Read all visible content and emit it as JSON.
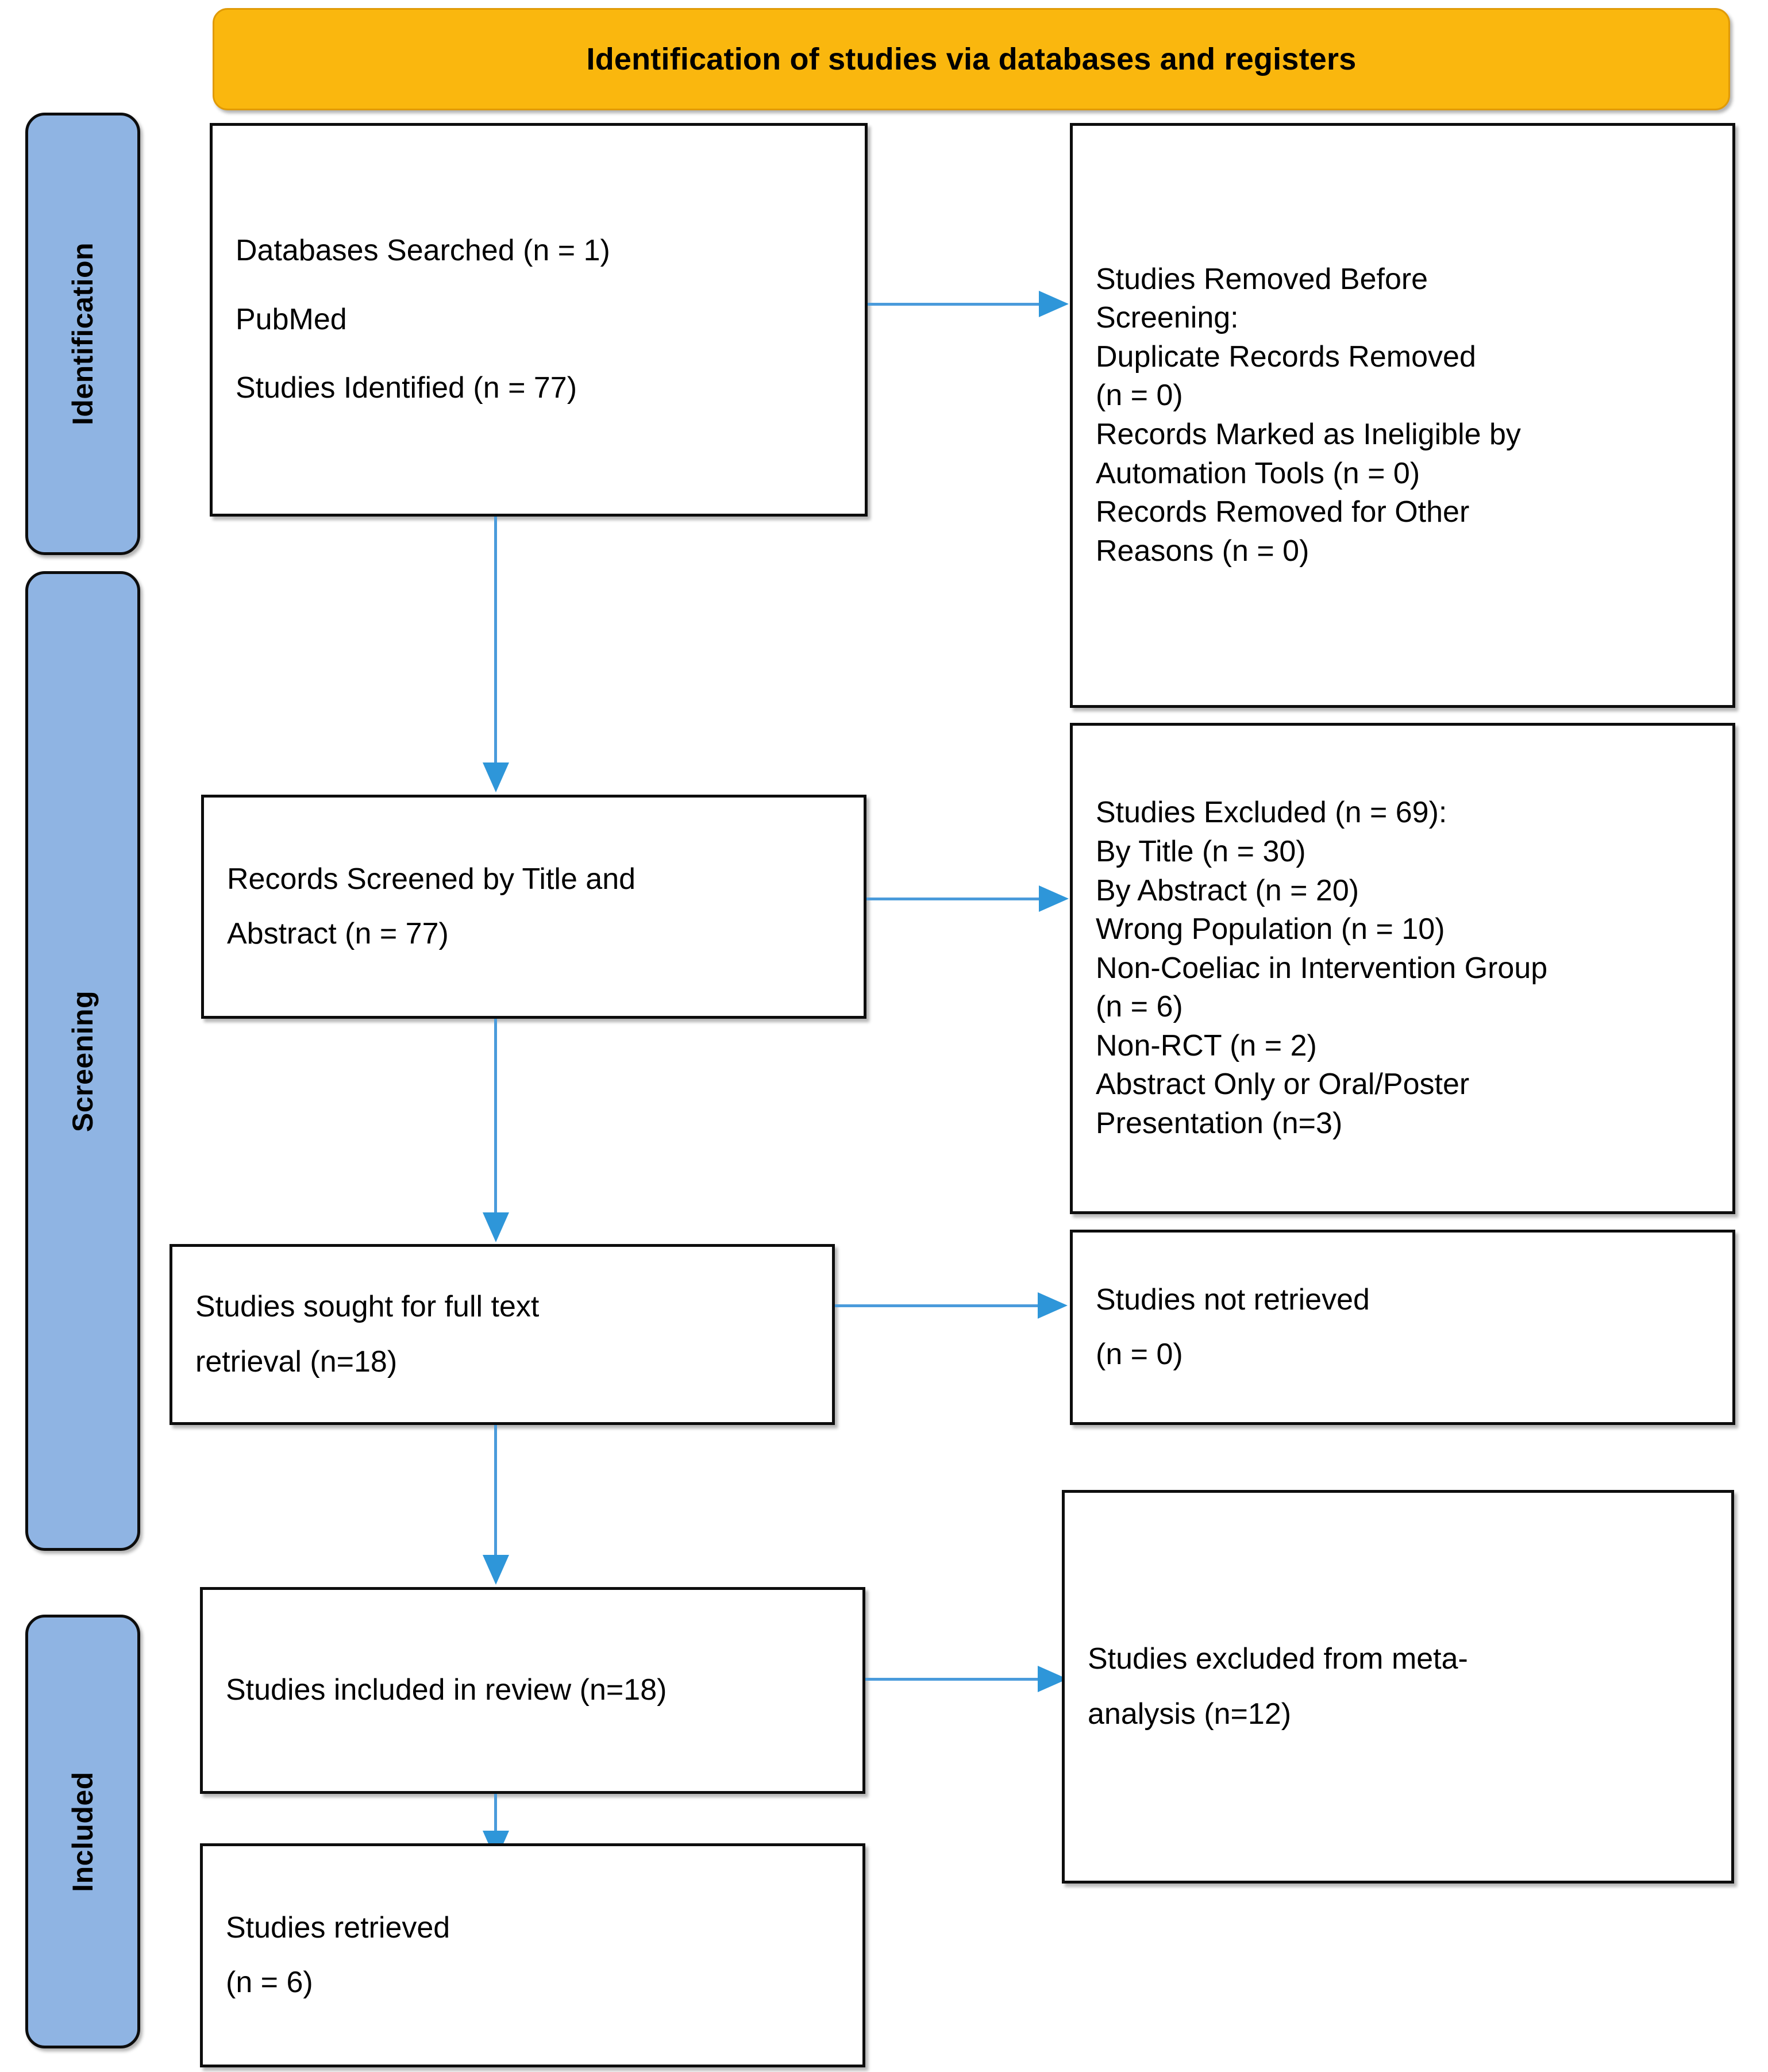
{
  "diagram": {
    "type": "prisma-flow-diagram",
    "banner": {
      "title": "Identification of studies via databases and registers",
      "color": "#FAB70E"
    },
    "stage_labels": [
      {
        "id": "identification",
        "label": "Identification",
        "color": "#8FB4E3"
      },
      {
        "id": "screening",
        "label": "Screening",
        "color": "#8FB4E3"
      },
      {
        "id": "included",
        "label": "Included",
        "color": "#8FB4E3"
      }
    ],
    "boxes": {
      "identified": {
        "lines": [
          "Databases Searched (n = 1)",
          "PubMed",
          "Studies Identified (n = 77)"
        ]
      },
      "removed_before_screening": {
        "lines": [
          "Studies Removed Before",
          "Screening:",
          "Duplicate Records Removed",
          "(n = 0)",
          "Records Marked as Ineligible by",
          "Automation Tools (n = 0)",
          "Records Removed for Other",
          "Reasons (n = 0)"
        ]
      },
      "records_screened": {
        "lines": [
          "Records Screened by Title and",
          "Abstract (n = 77)"
        ]
      },
      "studies_excluded": {
        "lines": [
          "Studies Excluded (n = 69):",
          "By Title (n = 30)",
          "By Abstract (n = 20)",
          "Wrong Population (n = 10)",
          "Non-Coeliac in Intervention Group",
          "(n = 6)",
          "Non-RCT (n = 2)",
          "Abstract Only or Oral/Poster",
          "Presentation (n=3)"
        ]
      },
      "sought_full_text": {
        "lines": [
          "Studies sought for full text",
          "retrieval (n=18)"
        ]
      },
      "not_retrieved": {
        "lines": [
          "Studies not retrieved",
          "(n = 0)"
        ]
      },
      "included_in_review": {
        "lines": [
          "Studies included in review (n=18)"
        ]
      },
      "excluded_meta_analysis": {
        "lines": [
          "Studies excluded from meta-",
          "analysis (n=12)"
        ]
      },
      "studies_retrieved": {
        "lines": [
          "Studies retrieved",
          "(n = 6)"
        ]
      }
    },
    "connector_color": "#4A9BDB"
  }
}
